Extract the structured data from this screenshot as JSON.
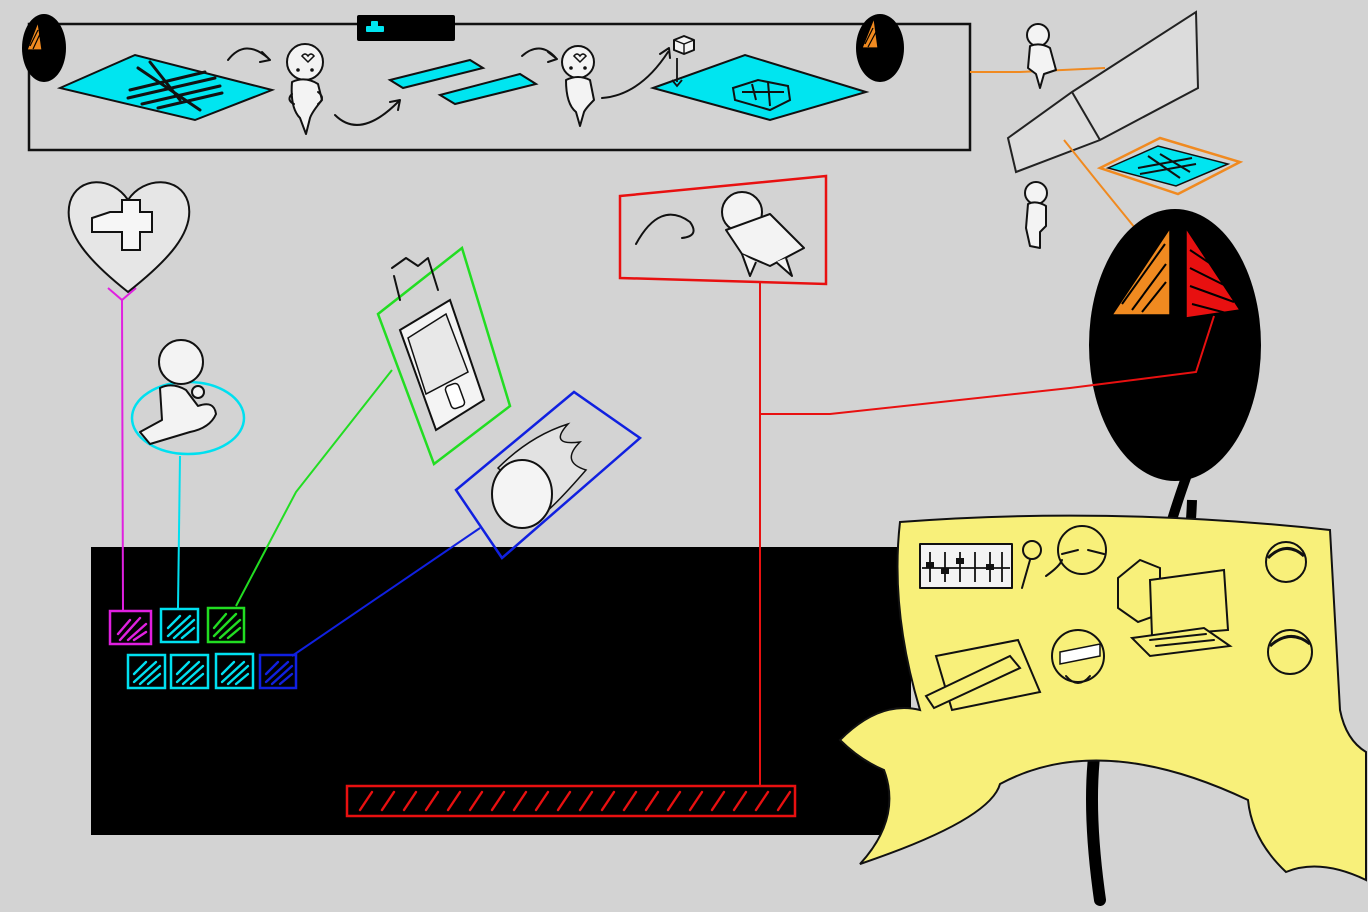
{
  "colors": {
    "background": "#d3d3d3",
    "panel": "#000000",
    "map_cyan": "#00e5f0",
    "health": "#e020e0",
    "ability": "#00e0f0",
    "green": "#22dd22",
    "blue": "#1020e0",
    "red": "#e81010",
    "orange": "#f08a20",
    "comms_yellow": "#f8f07a"
  },
  "top_bar": {
    "steps": [
      "map-icon",
      "character-icon",
      "two-panels-icon",
      "character-icon",
      "map-with-building-icon"
    ]
  },
  "hud": {
    "slots_row1": [
      "health",
      "ability",
      "green"
    ],
    "slots_row2": [
      "ability",
      "ability",
      "ability",
      "blue"
    ]
  },
  "floating_icons": [
    "heart-cross-icon",
    "seated-character-icon",
    "phone-device-icon",
    "fireball-icon",
    "leaping-character-icon"
  ],
  "comms_panel": {
    "items": [
      "audio-mixer-icon",
      "microphone-icon",
      "character-face-icon",
      "computer-icon",
      "drawing-tablet-icon",
      "person-face-icon"
    ]
  }
}
